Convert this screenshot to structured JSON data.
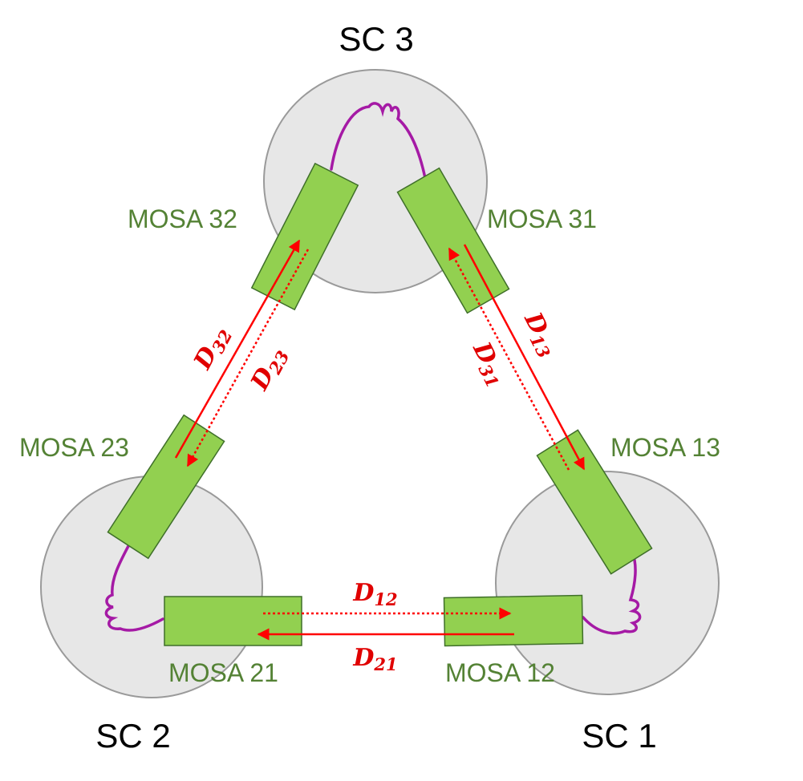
{
  "colors": {
    "spacecraft_fill": "#e7e7e7",
    "spacecraft_stroke": "#9a9a9a",
    "mosa_fill": "#92d050",
    "mosa_stroke": "#3f6f2a",
    "mosa_label": "#548235",
    "fiber": "#a51aa5",
    "link": "#ff0000",
    "link_label": "#e00000"
  },
  "spacecraft": [
    {
      "id": "sc1",
      "label": "SC 1"
    },
    {
      "id": "sc2",
      "label": "SC 2"
    },
    {
      "id": "sc3",
      "label": "SC 3"
    }
  ],
  "mosas": [
    {
      "id": "12",
      "label": "MOSA 12"
    },
    {
      "id": "13",
      "label": "MOSA 13"
    },
    {
      "id": "21",
      "label": "MOSA 21"
    },
    {
      "id": "23",
      "label": "MOSA 23"
    },
    {
      "id": "31",
      "label": "MOSA 31"
    },
    {
      "id": "32",
      "label": "MOSA 32"
    }
  ],
  "links": [
    {
      "id": "12",
      "symbol": "D",
      "subscript": "12",
      "style": "dotted"
    },
    {
      "id": "21",
      "symbol": "D",
      "subscript": "21",
      "style": "solid"
    },
    {
      "id": "13",
      "symbol": "D",
      "subscript": "13",
      "style": "solid"
    },
    {
      "id": "31",
      "symbol": "D",
      "subscript": "31",
      "style": "dotted"
    },
    {
      "id": "32",
      "symbol": "D",
      "subscript": "32",
      "style": "solid"
    },
    {
      "id": "23",
      "symbol": "D",
      "subscript": "23",
      "style": "dotted"
    }
  ]
}
